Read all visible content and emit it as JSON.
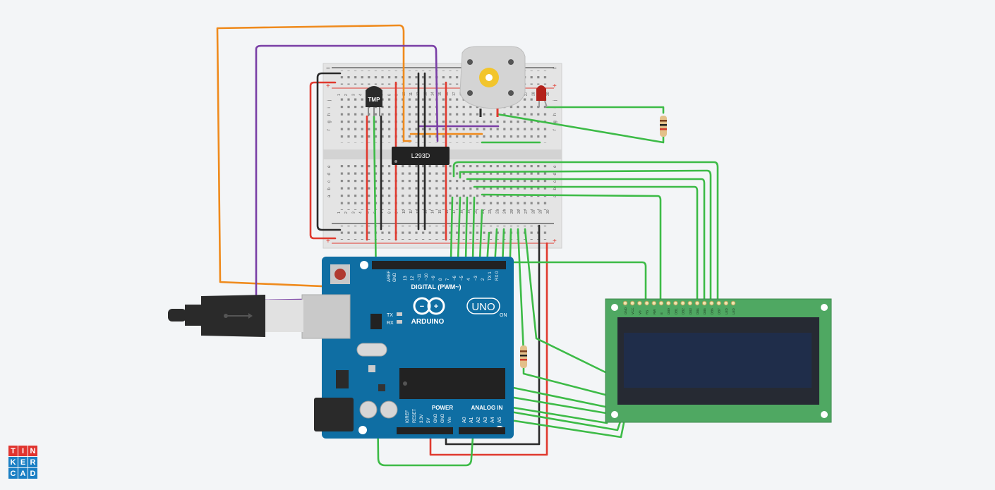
{
  "labels": {
    "tmp": "TMP",
    "driver": "L293D",
    "arduino_brand": "ARDUINO",
    "arduino_model": "UNO",
    "digital": "DIGITAL (PWM~)",
    "power": "POWER",
    "analog": "ANALOG IN",
    "aref": "AREF",
    "gnd": "GND",
    "tx": "TX",
    "rx": "RX",
    "on": "ON",
    "ioref": "IOREF",
    "reset": "RESET",
    "v33": "3.3V",
    "v5": "5V",
    "vin": "Vin",
    "a0": "A0",
    "a1": "A1",
    "a2": "A2",
    "a3": "A3",
    "a4": "A4",
    "a5": "A5",
    "plus": "+",
    "minus": "−"
  },
  "digital_pins": [
    "13",
    "12",
    "~11",
    "~10",
    "~9",
    "8",
    "7",
    "~6",
    "~5",
    "4",
    "~3",
    "2",
    "TX 1",
    "RX 0"
  ],
  "lcd_pins": [
    "GND",
    "VCC",
    "V0",
    "RS",
    "RW",
    "E",
    "DB0",
    "DB1",
    "DB2",
    "DB3",
    "DB4",
    "DB5",
    "DB6",
    "DB7",
    "LED",
    "LED"
  ],
  "breadboard_row_letters_top": [
    "j",
    "i",
    "h",
    "g",
    "f"
  ],
  "breadboard_row_letters_bottom": [
    "e",
    "d",
    "c",
    "b",
    "a"
  ],
  "breadboard_column_numbers": [
    "1",
    "2",
    "3",
    "4",
    "5",
    "6",
    "7",
    "8",
    "9",
    "10",
    "11",
    "12",
    "13",
    "14",
    "15",
    "16",
    "17",
    "18",
    "19",
    "20",
    "21",
    "22",
    "23",
    "24",
    "25",
    "26",
    "27",
    "28",
    "29",
    "30"
  ],
  "logo_letters": [
    "T",
    "I",
    "N",
    "K",
    "E",
    "R",
    "C",
    "A",
    "D"
  ],
  "colors": {
    "wire_green": "#3dbb47",
    "wire_red": "#e03a2f",
    "wire_black": "#2a2a2a",
    "wire_orange": "#ef8a1c",
    "wire_purple": "#7a3fa6",
    "arduino_blue": "#0f6ea3",
    "lcd_green": "#4fa862",
    "lcd_screen": "#1f2d4a"
  }
}
